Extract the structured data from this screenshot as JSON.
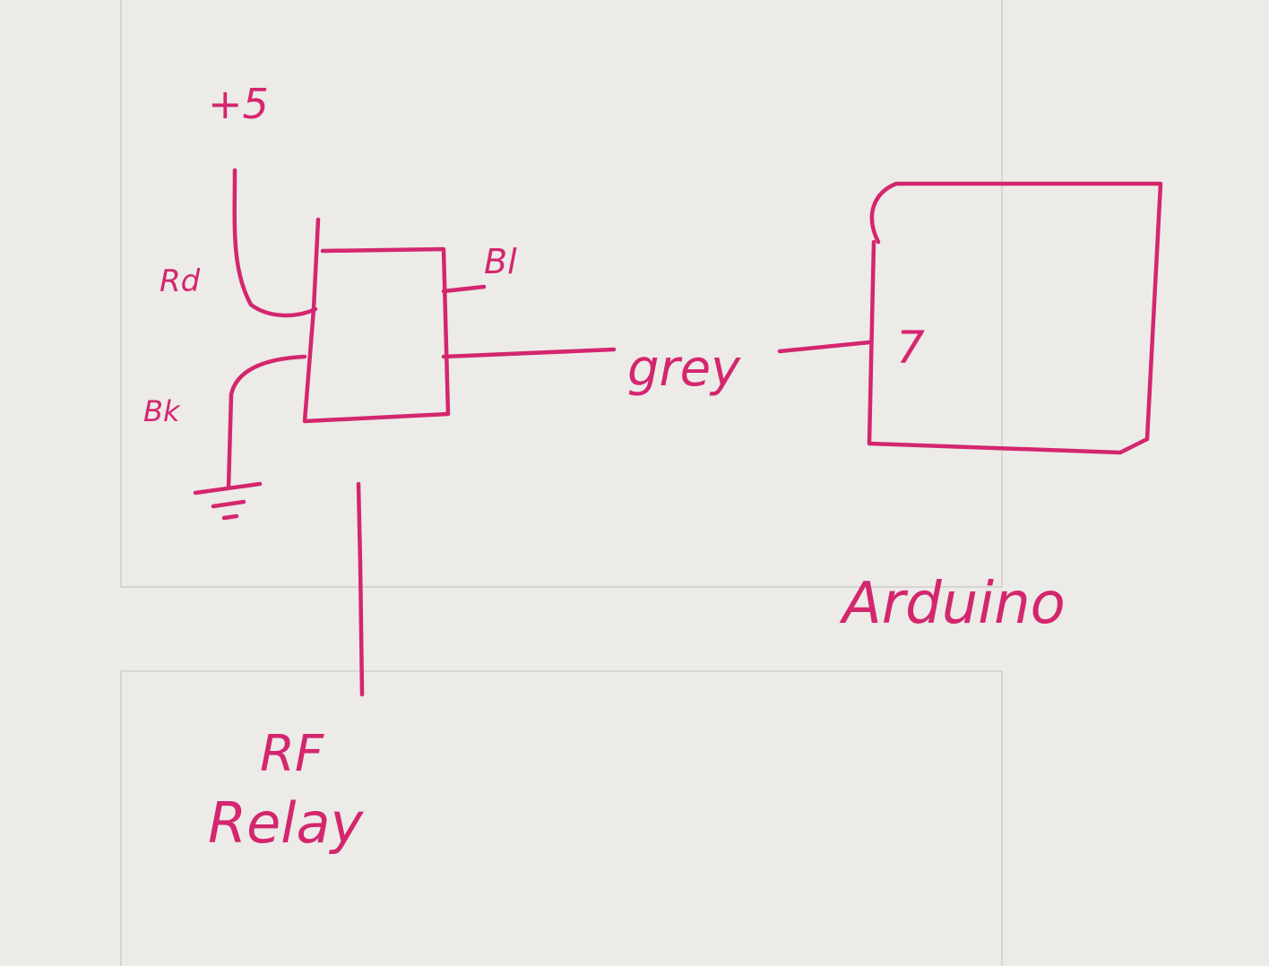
{
  "colors": {
    "ink": "#d4266f",
    "paper": "#ecebe8",
    "frame": "#d6d5d2"
  },
  "labels": {
    "supply": "+5",
    "red_wire": "Rd",
    "black_wire": "Bk",
    "blue_wire": "Bl",
    "grey_wire": "grey",
    "pin": "7",
    "arduino": "Arduino",
    "relay_line1": "RF",
    "relay_line2": "Relay"
  }
}
